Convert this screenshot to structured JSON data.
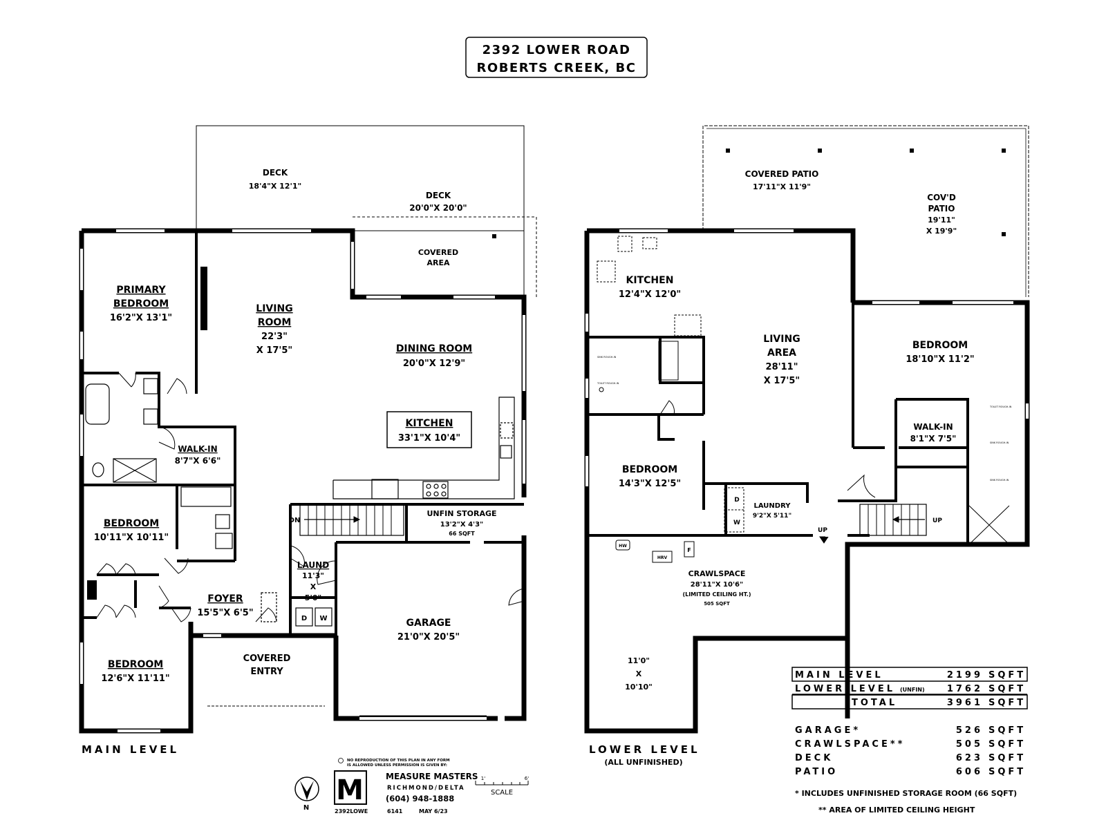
{
  "address": {
    "line1": "2392 LOWER ROAD",
    "line2": "ROBERTS CREEK, BC"
  },
  "main_level": {
    "caption": "MAIN LEVEL",
    "rooms": {
      "deck_a_name": "DECK",
      "deck_a_dim": "18'4\"X 12'1\"",
      "deck_b_name": "DECK",
      "deck_b_dim": "20'0\"X 20'0\"",
      "covered_area_l1": "COVERED",
      "covered_area_l2": "AREA",
      "primary_l1": "PRIMARY",
      "primary_l2": "BEDROOM",
      "primary_dim": "16'2\"X 13'1\"",
      "living_l1": "LIVING",
      "living_l2": "ROOM",
      "living_dim1": "22'3\"",
      "living_dim2": "X 17'5\"",
      "dining_name": "DINING ROOM",
      "dining_dim": "20'0\"X 12'9\"",
      "kitchen_name": "KITCHEN",
      "kitchen_dim": "33'1\"X 10'4\"",
      "walkin_name": "WALK-IN",
      "walkin_dim": "8'7\"X 6'6\"",
      "bedroom2_name": "BEDROOM",
      "bedroom2_dim": "10'11\"X 10'11\"",
      "dn": "DN",
      "unfin_name": "UNFIN STORAGE",
      "unfin_dim": "13'2\"X 4'3\"",
      "unfin_area": "66 SQFT",
      "laund_name": "LAUND",
      "laund_d1": "11'3\"",
      "laund_x": "X",
      "laund_d2": "5'0\"",
      "d_label": "D",
      "w_label": "W",
      "foyer_name": "FOYER",
      "foyer_dim": "15'5\"X 6'5\"",
      "garage_name": "GARAGE",
      "garage_dim": "21'0\"X 20'5\"",
      "covered_entry_l1": "COVERED",
      "covered_entry_l2": "ENTRY",
      "bedroom3_name": "BEDROOM",
      "bedroom3_dim": "12'6\"X 11'11\""
    }
  },
  "lower_level": {
    "caption": "LOWER LEVEL",
    "sub_caption": "(ALL UNFINISHED)",
    "rooms": {
      "covpatio_name": "COVERED PATIO",
      "covpatio_dim": "17'11\"X 11'9\"",
      "covd_l1": "COV'D",
      "covd_l2": "PATIO",
      "covd_d1": "19'11\"",
      "covd_d2": "X 19'9\"",
      "kitchen_name": "KITCHEN",
      "kitchen_dim": "12'4\"X 12'0\"",
      "living_l1": "LIVING",
      "living_l2": "AREA",
      "living_d1": "28'11\"",
      "living_d2": "X 17'5\"",
      "bedroom_a_name": "BEDROOM",
      "bedroom_a_dim": "18'10\"X 11'2\"",
      "walkin_name": "WALK-IN",
      "walkin_dim": "8'1\"X 7'5\"",
      "bedroom_b_name": "BEDROOM",
      "bedroom_b_dim": "14'3\"X 12'5\"",
      "laundry_name": "LAUNDRY",
      "laundry_dim": "9'2\"X 5'11\"",
      "d_label": "D",
      "w_label": "W",
      "up1": "UP",
      "up2": "UP",
      "hw": "HW",
      "hrv": "HRV",
      "f": "F",
      "crawl_name": "CRAWLSPACE",
      "crawl_dim": "28'11\"X 10'6\"",
      "crawl_note": "(LIMITED CEILING HT.)",
      "crawl_area": "505 SQFT",
      "nook_d1": "11'0\"",
      "nook_x": "X",
      "nook_d2": "10'10\"",
      "rough_sink1": "SINK ROUGH-IN",
      "rough_toilet1": "TOILET ROUGH-IN",
      "rough_toilet2": "TOILET ROUGH-IN",
      "rough_sink2": "SINK ROUGH-IN",
      "rough_sink3": "SINK ROUGH-IN"
    }
  },
  "summary": {
    "rows": [
      {
        "label": "MAIN LEVEL",
        "qualifier": "",
        "value": "2199",
        "unit": "SQFT"
      },
      {
        "label": "LOWER LEVEL",
        "qualifier": "(UNFIN)",
        "value": "1762",
        "unit": "SQFT"
      },
      {
        "label": "TOTAL",
        "qualifier": "",
        "value": "3961",
        "unit": "SQFT"
      }
    ],
    "extras": [
      {
        "label": "GARAGE*",
        "value": "526",
        "unit": "SQFT"
      },
      {
        "label": "CRAWLSPACE**",
        "value": "505",
        "unit": "SQFT"
      },
      {
        "label": "DECK",
        "value": "623",
        "unit": "SQFT"
      },
      {
        "label": "PATIO",
        "value": "606",
        "unit": "SQFT"
      }
    ],
    "note1": "* INCLUDES UNFINISHED STORAGE ROOM (66 SQFT)",
    "note2": "** AREA OF LIMITED CEILING HEIGHT"
  },
  "credits": {
    "copyright_l1": "NO REPRODUCTION OF THIS PLAN IN ANY FORM",
    "copyright_l2": "IS ALLOWED UNLESS PERMISSION IS GIVEN BY:",
    "logo_mark": "M",
    "company": "MEASURE MASTERS",
    "city": "RICHMOND/DELTA",
    "phone": "(604) 948-1888",
    "plan_code": "2392LOWE",
    "job_no": "6141",
    "date": "MAY 6/23",
    "north": "N",
    "scale_label": "SCALE",
    "scale_min": "1'",
    "scale_max": "6'"
  }
}
